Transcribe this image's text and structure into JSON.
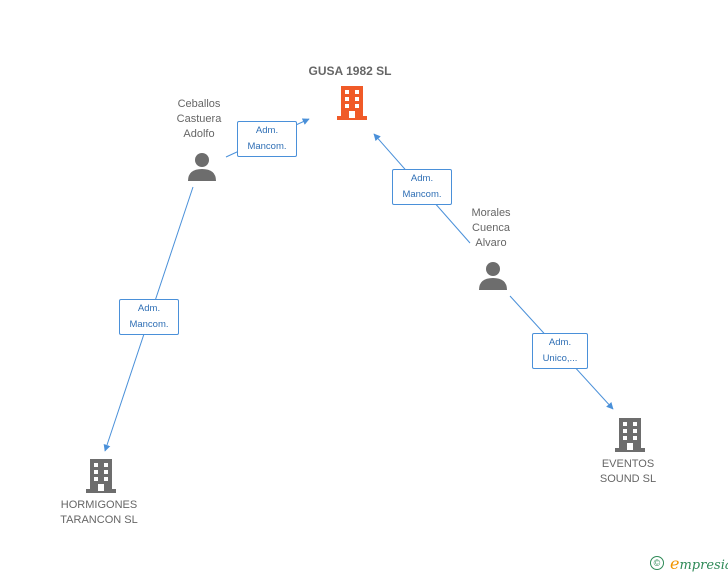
{
  "nodes": {
    "gusa": {
      "label": "GUSA 1982 SL",
      "type": "company",
      "highlight": true
    },
    "ceballos": {
      "label": "Ceballos\nCastuera\nAdolfo",
      "type": "person"
    },
    "morales": {
      "label": "Morales\nCuenca\nAlvaro",
      "type": "person"
    },
    "hormigones": {
      "label": "HORMIGONES\nTARANCON SL",
      "type": "company"
    },
    "eventos": {
      "label": "EVENTOS\nSOUND SL",
      "type": "company"
    }
  },
  "edges": {
    "ceballos_gusa": {
      "label": "Adm.\nMancom."
    },
    "morales_gusa": {
      "label": "Adm.\nMancom."
    },
    "ceballos_hormigones": {
      "label": "Adm.\nMancom."
    },
    "morales_eventos": {
      "label": "Adm.\nUnico,..."
    }
  },
  "footer": {
    "copyright_symbol": "©",
    "brand_initial": "e",
    "brand_rest": "mpresia"
  },
  "colors": {
    "main_company": "#f05a28",
    "company": "#6d6d6d",
    "person": "#6d6d6d",
    "edge": "#4a90d9",
    "brand_green": "#2e8a57",
    "brand_orange": "#f29400"
  },
  "icons": {
    "company": "building-icon",
    "person": "person-icon"
  }
}
